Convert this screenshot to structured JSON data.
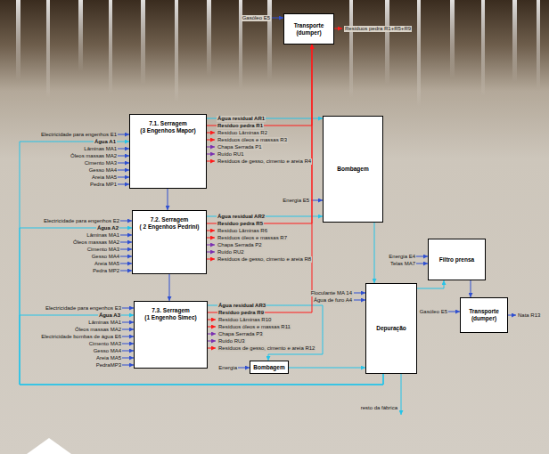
{
  "diagram": {
    "nodes": [
      {
        "text": [
          "7.1. Serragem",
          "(3 Engenhos Mapor)"
        ]
      },
      {
        "text": [
          "Transporte",
          "(dumper)"
        ]
      },
      {
        "text": [
          "Bombagem"
        ]
      },
      {
        "text": [
          "7.2. Serragem",
          "( 2 Engenhos Pedrini)"
        ]
      },
      {
        "text": [
          "Filtro prensa"
        ]
      },
      {
        "text": [
          "Depuração"
        ]
      },
      {
        "text": [
          "Transporte",
          "(dumper)"
        ]
      },
      {
        "text": [
          "7.3. Serragem",
          "(1 Engenho Simec)"
        ]
      },
      {
        "text": [
          "Bombagem"
        ]
      }
    ],
    "edges": [
      {
        "from": 0,
        "to": 3,
        "arrow": "to"
      },
      {
        "from": 3,
        "to": 7,
        "arrow": "to"
      },
      {
        "from": 0,
        "to": 2,
        "label": "Água residual AR1",
        "arrow": "to"
      },
      {
        "from": 3,
        "to": 2,
        "label": "Água residual AR2",
        "arrow": "to"
      },
      {
        "from": 7,
        "to": 8,
        "label": "Água residual AR3",
        "arrow": "to"
      },
      {
        "from": 0,
        "to": 1,
        "label": "Resíduo pedra R1",
        "arrow": "to"
      },
      {
        "from": 3,
        "to": 1,
        "label": "Resíduo pedra R5",
        "arrow": "to"
      },
      {
        "from": 7,
        "to": 1,
        "label": "Resíduo pedra R9",
        "arrow": "to"
      },
      {
        "from": 8,
        "to": 5,
        "arrow": "to"
      },
      {
        "from": 2,
        "to": 5,
        "arrow": "to"
      },
      {
        "from": 5,
        "to": 4,
        "arrow": "to"
      },
      {
        "from": 4,
        "to": 6,
        "arrow": "to"
      },
      {
        "from": 5,
        "to": 0,
        "label": "Água A1",
        "arrow": "to"
      },
      {
        "from": 5,
        "to": 3,
        "label": "Água A2",
        "arrow": "to"
      },
      {
        "from": 5,
        "to": 7,
        "label": "Água A3",
        "arrow": "to"
      }
    ],
    "labels": [
      "Gasóleo E5",
      "Resíduos pedra R1+R5+R9",
      "Electricidade para engenhos E1",
      "Lâminas MA1",
      "Óleos massas MA2",
      "Cimento MA3",
      "Gesso MA4",
      "Areia MA5",
      "Pedra MP1",
      "Resíduo Lâminas R2",
      "Resíduos óleos e massas R3",
      "Chapa Serrada P1",
      "Ruído RU1",
      "Resíduos de gesso, cimento e areia R4",
      "Energia E5",
      "Electricidade para engenhos E2",
      "Lâminas MA1",
      "Óleos massas MA2",
      "Cimento MA3",
      "Gesso MA4",
      "Areia MA5",
      "Pedra MP2",
      "Resíduo Lâminas R6",
      "Resíduos óleos e massas R7",
      "Chapa Serrada P2",
      "Ruído RU2",
      "Resíduos de gesso, cimento e areia R8",
      "Energia E4",
      "Telas MA7",
      "Floculante MA 14",
      "Água de furo A4",
      "Gasóleo E5",
      "Nata R13",
      "Electricidade para engenhos E3",
      "Lâminas MA1",
      "Óleos massas MA2",
      "Electricidade bombas de água E6",
      "Cimento MA3",
      "Gesso MA4",
      "Areia MA5",
      "PedraMP3",
      "Resíduo Lâminas R10",
      "Resíduos óleos e massas R11",
      "Chapa Serrada P3",
      "Ruído RU3",
      "Resíduos de gesso, cimento e areia R12",
      "Energia",
      "resto da fábrica"
    ]
  }
}
